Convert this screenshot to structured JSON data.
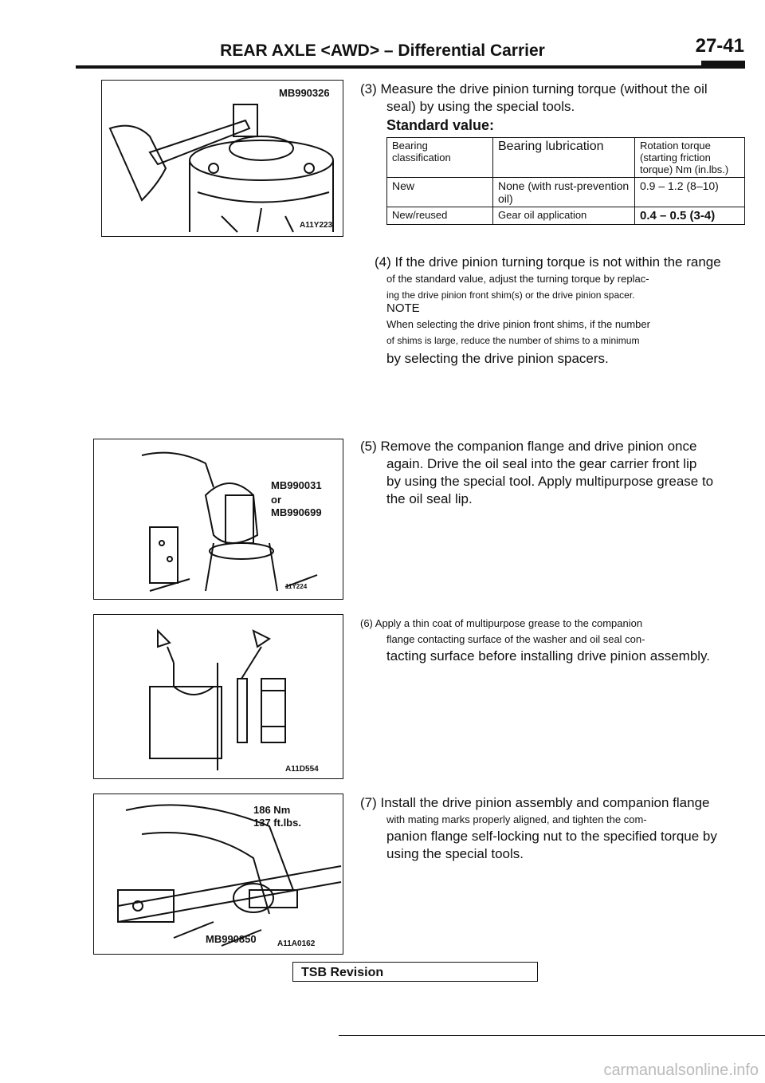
{
  "header": {
    "title": "REAR AXLE <AWD> – Differential Carrier",
    "page_number": "27-41"
  },
  "figures": [
    {
      "labels": [
        "MB990326",
        "A11Y223"
      ]
    },
    {
      "labels": [
        "MB990031",
        "or",
        "MB990699",
        "11Y224"
      ]
    },
    {
      "labels": [
        "A11D554"
      ]
    },
    {
      "labels": [
        "186 Nm",
        "137 ft.lbs.",
        "MB990850",
        "A11A0162"
      ]
    }
  ],
  "step3": {
    "line1": "(3) Measure the drive pinion turning torque (without the oil",
    "line2": "seal) by using the special tools.",
    "standard_value": "Standard value:"
  },
  "table": {
    "headers": [
      "Bearing classification",
      "Bearing lubrication",
      "Rotation torque (starting friction torque) Nm (in.lbs.)"
    ],
    "rows": [
      [
        "New",
        "None (with rust-prevention oil)",
        "0.9 – 1.2 (8–10)"
      ],
      [
        "New/reused",
        "Gear oil application",
        "0.4 – 0.5 (3-4)"
      ]
    ]
  },
  "step4": {
    "line1": "(4) If the drive pinion turning torque is not within the range",
    "line2": "of the standard value, adjust the turning torque by replac-",
    "line3": "ing the drive pinion front shim(s) or the drive pinion spacer."
  },
  "note": {
    "label": "NOTE",
    "line1": "When selecting the drive pinion front shims, if the number",
    "line2": "of shims is large, reduce the number of shims to a minimum",
    "line3": "by selecting the drive pinion spacers."
  },
  "step5": {
    "line1": "(5) Remove the companion flange and drive pinion once",
    "line2": "again. Drive the oil seal into the gear carrier front lip",
    "line3": "by using the special tool. Apply multipurpose grease to",
    "line4": "the oil seal lip."
  },
  "step6": {
    "line1": "(6) Apply a thin coat of multipurpose grease to the companion",
    "line2": "flange contacting surface of the washer and oil seal con-",
    "line3": "tacting surface before installing drive pinion assembly."
  },
  "step7": {
    "line1": "(7) Install the drive pinion assembly and companion flange",
    "line2": "with mating marks properly aligned, and tighten the com-",
    "line3": "panion flange self-locking nut to the specified torque by",
    "line4": "using the special tools."
  },
  "footer": {
    "tsb_revision": "TSB Revision",
    "watermark": "carmanualsonline.info"
  }
}
